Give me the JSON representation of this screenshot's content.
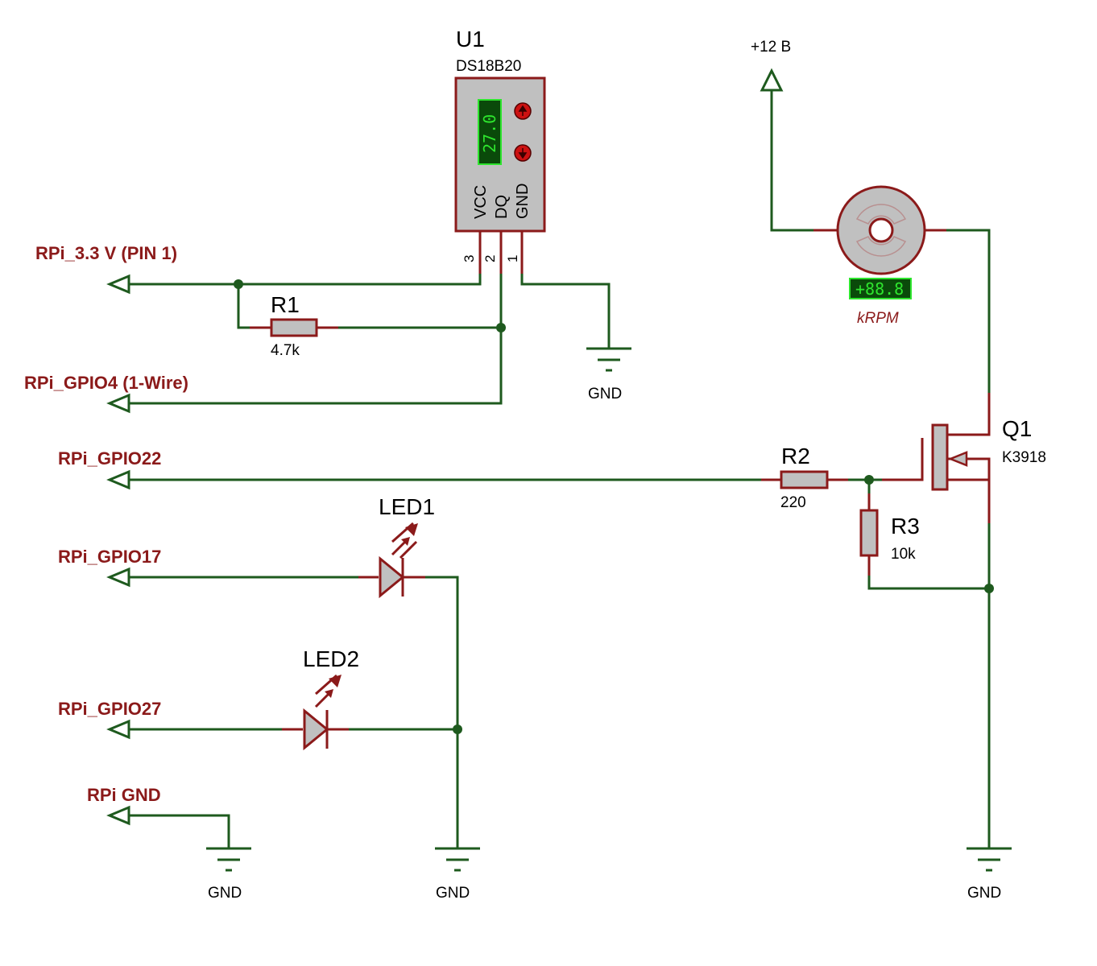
{
  "nets": {
    "rpi_3v3": "RPi_3.3 V (PIN 1)",
    "rpi_gpio4": "RPi_GPIO4 (1-Wire)",
    "rpi_gpio22": "RPi_GPIO22",
    "rpi_gpio17": "RPi_GPIO17",
    "rpi_gpio27": "RPi_GPIO27",
    "rpi_gnd": "RPi GND",
    "supply": "+12 B"
  },
  "gnd_label": "GND",
  "u1": {
    "ref": "U1",
    "part": "DS18B20",
    "reading": "27.0",
    "pin_names": [
      "VCC",
      "DQ",
      "GND"
    ],
    "pin_numbers": [
      "3",
      "2",
      "1"
    ]
  },
  "r1": {
    "ref": "R1",
    "value": "4.7k"
  },
  "r2": {
    "ref": "R2",
    "value": "220"
  },
  "r3": {
    "ref": "R3",
    "value": "10k"
  },
  "q1": {
    "ref": "Q1",
    "part": "K3918"
  },
  "led1": {
    "ref": "LED1"
  },
  "led2": {
    "ref": "LED2"
  },
  "motor": {
    "readout": "+88.8",
    "unit": "kRPM"
  },
  "colors": {
    "wire": "#1e5a1e",
    "component": "#8b1a1a",
    "component_fill": "#c0c0c0",
    "lcd_bg": "#0a4a0a",
    "lcd_text": "#2ee52e",
    "button": "#cc1111"
  }
}
